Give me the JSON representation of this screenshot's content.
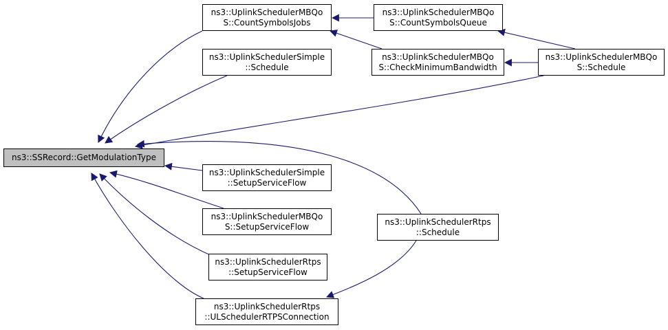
{
  "diagram": {
    "type": "call-graph",
    "edge_color": "#191970",
    "root_fill": "#bfbfbf",
    "nodes": [
      {
        "id": "get_modulation_type",
        "lines": [
          "ns3::SSRecord::GetModulationType"
        ],
        "root": true
      },
      {
        "id": "mbqos_count_symbols_jobs",
        "lines": [
          "ns3::UplinkSchedulerMBQo",
          "S::CountSymbolsJobs"
        ]
      },
      {
        "id": "mbqos_count_symbols_queue",
        "lines": [
          "ns3::UplinkSchedulerMBQo",
          "S::CountSymbolsQueue"
        ]
      },
      {
        "id": "simple_schedule",
        "lines": [
          "ns3::UplinkSchedulerSimple",
          "::Schedule"
        ]
      },
      {
        "id": "mbqos_check_minimum_bandwidth",
        "lines": [
          "ns3::UplinkSchedulerMBQo",
          "S::CheckMinimumBandwidth"
        ]
      },
      {
        "id": "mbqos_schedule",
        "lines": [
          "ns3::UplinkSchedulerMBQo",
          "S::Schedule"
        ]
      },
      {
        "id": "simple_setup_service_flow",
        "lines": [
          "ns3::UplinkSchedulerSimple",
          "::SetupServiceFlow"
        ]
      },
      {
        "id": "mbqos_setup_service_flow",
        "lines": [
          "ns3::UplinkSchedulerMBQo",
          "S::SetupServiceFlow"
        ]
      },
      {
        "id": "rtps_schedule",
        "lines": [
          "ns3::UplinkSchedulerRtps",
          "::Schedule"
        ]
      },
      {
        "id": "rtps_setup_service_flow",
        "lines": [
          "ns3::UplinkSchedulerRtps",
          "::SetupServiceFlow"
        ]
      },
      {
        "id": "rtps_ul_scheduler_connection",
        "lines": [
          "ns3::UplinkSchedulerRtps",
          "::ULSchedulerRTPSConnection"
        ]
      }
    ],
    "edges": [
      {
        "from": "mbqos_count_symbols_jobs",
        "to": "get_modulation_type"
      },
      {
        "from": "simple_schedule",
        "to": "get_modulation_type"
      },
      {
        "from": "mbqos_schedule",
        "to": "get_modulation_type"
      },
      {
        "from": "rtps_schedule",
        "to": "get_modulation_type"
      },
      {
        "from": "simple_setup_service_flow",
        "to": "get_modulation_type"
      },
      {
        "from": "mbqos_setup_service_flow",
        "to": "get_modulation_type"
      },
      {
        "from": "rtps_setup_service_flow",
        "to": "get_modulation_type"
      },
      {
        "from": "rtps_ul_scheduler_connection",
        "to": "get_modulation_type"
      },
      {
        "from": "mbqos_count_symbols_queue",
        "to": "mbqos_count_symbols_jobs"
      },
      {
        "from": "mbqos_check_minimum_bandwidth",
        "to": "mbqos_count_symbols_jobs"
      },
      {
        "from": "mbqos_schedule",
        "to": "mbqos_count_symbols_queue"
      },
      {
        "from": "mbqos_schedule",
        "to": "mbqos_check_minimum_bandwidth"
      },
      {
        "from": "rtps_schedule",
        "to": "rtps_ul_scheduler_connection"
      }
    ]
  }
}
